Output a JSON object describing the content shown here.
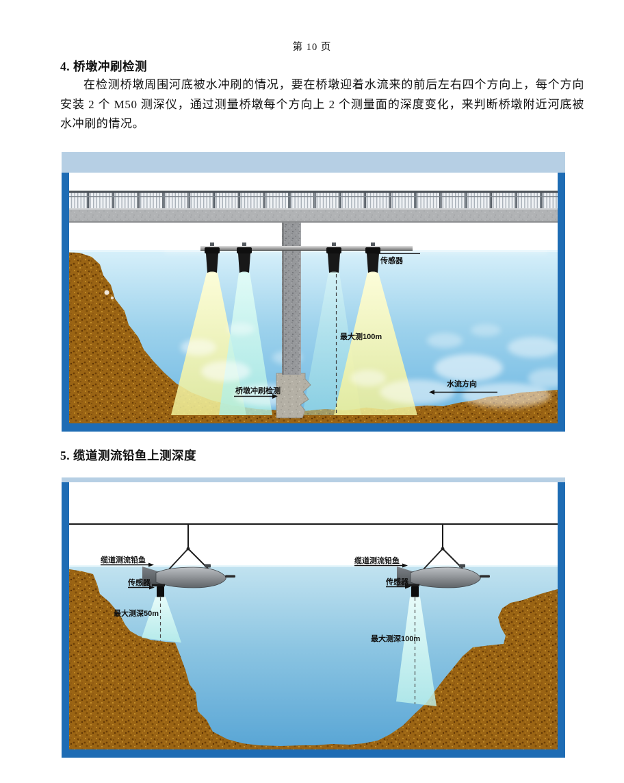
{
  "page": {
    "header": "第 10 页",
    "section4": {
      "heading": "4. 桥墩冲刷检测",
      "paragraph": "在检测桥墩周围河底被水冲刷的情况，要在桥墩迎着水流来的前后左右四个方向上，每个方向安装 2 个 M50 测深仪，通过测量桥墩每个方向上 2 个测量面的深度变化，来判断桥墩附近河底被水冲刷的情况。"
    },
    "section5": {
      "heading": "5. 缆道测流铅鱼上测深度"
    }
  },
  "figure1": {
    "description": "桥墩冲刷检测示意图",
    "labels": {
      "sensor": "传感器",
      "max_range": "最大测100m",
      "scour_detection": "桥墩冲刷检测",
      "flow_direction": "水流方向"
    }
  },
  "figure2": {
    "description": "缆道测流铅鱼上测深度示意图",
    "labels": {
      "lead_fish_left": "缆道测流铅鱼",
      "sensor_left": "传感器",
      "max_depth_left": "最大测深50m",
      "lead_fish_right": "缆道测流铅鱼",
      "sensor_right": "传感器",
      "max_depth_right": "最大测深100m"
    }
  },
  "colors": {
    "frame_border": "#1e6cb4",
    "frame_top_band": "#b6cfe4",
    "water_light": "#d7f0fa",
    "water_deep": "#58a5d5",
    "riverbed_brown": "#9a6414",
    "beam_yellow": "#efef96",
    "beam_cyan": "#aeeee2",
    "sensor_black": "#121212",
    "text": "#111111"
  }
}
